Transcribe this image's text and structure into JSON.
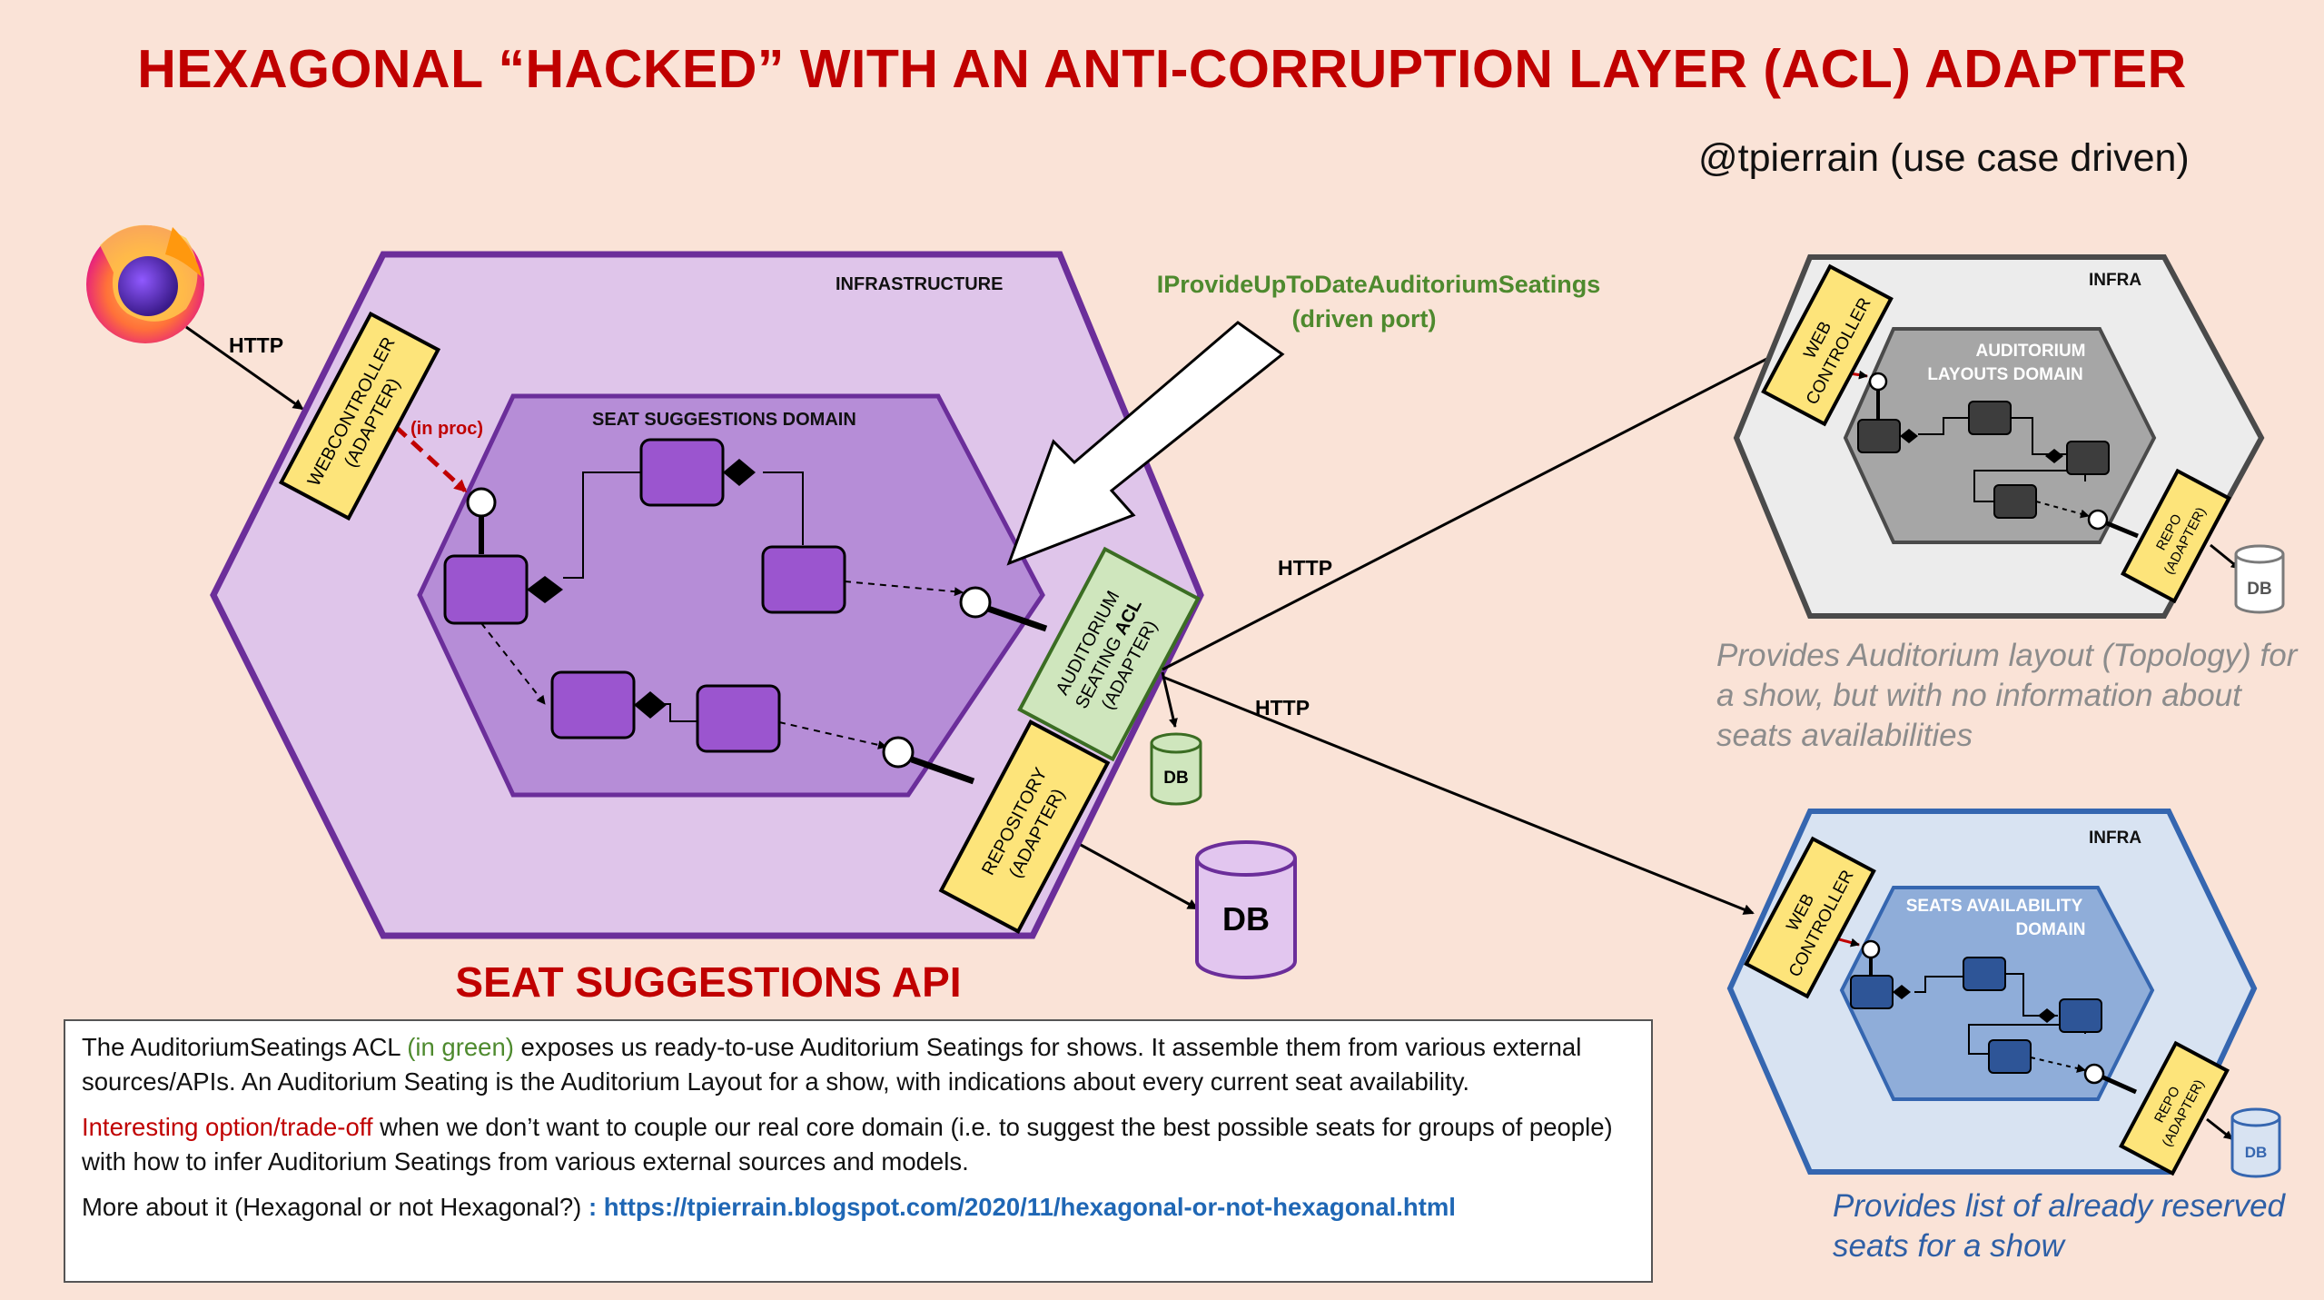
{
  "title": "HEXAGONAL “HACKED” WITH AN ANTI-CORRUPTION LAYER (ACL) ADAPTER",
  "author": "@tpierrain (use case driven)",
  "colors": {
    "background": "#fae3d7",
    "title": "#c00000",
    "infra_purple": "#dfc5ea",
    "domain_purple": "#b68dd7",
    "component_purple": "#9b55cf",
    "adapter_yellow": "#fde47a",
    "acl_green": "#cfe6bd",
    "grey_infra": "#ececec",
    "blue_infra": "#d8e3f2",
    "blue_domain": "#8fadd9",
    "blue_component": "#2e5597"
  },
  "main": {
    "infra_label": "INFRASTRUCTURE",
    "domain_label": "SEAT SUGGESTIONS DOMAIN",
    "webcontroller_line1": "WEBCONTROLLER",
    "webcontroller_line2": "(ADAPTER)",
    "in_proc_label": "(in proc)",
    "http_label": "HTTP",
    "acl_line1": "AUDITORIUM",
    "acl_line2_prefix": "SEATING ",
    "acl_line2_bold": "ACL",
    "acl_line3": "(ADAPTER)",
    "repository_line1": "REPOSITORY",
    "repository_line2": "(ADAPTER)",
    "acl_db_label": "DB",
    "repo_db_label": "DB",
    "api_title": "SEAT SUGGESTIONS API",
    "port_line1": "IProvideUpToDateAuditoriumSeatings",
    "port_line2": "(driven port)"
  },
  "connections": {
    "http_top": "HTTP",
    "http_bottom": "HTTP"
  },
  "layouts_service": {
    "infra_label": "INFRA",
    "domain_line1": "AUDITORIUM",
    "domain_line2": "LAYOUTS DOMAIN",
    "web_line1": "WEB",
    "web_line2": "CONTROLLER",
    "repo_line1": "REPO",
    "repo_line2": "(ADAPTER)",
    "db_label": "DB",
    "note": "Provides Auditorium layout (Topology) for a show, but with no information about seats availabilities"
  },
  "availability_service": {
    "infra_label": "INFRA",
    "domain_line1": "SEATS AVAILABILITY",
    "domain_line2": "DOMAIN",
    "web_line1": "WEB",
    "web_line2": "CONTROLLER",
    "repo_line1": "REPO",
    "repo_line2": "(ADAPTER)",
    "db_label": "DB",
    "note": "Provides list of already reserved seats for a show"
  },
  "textbox": {
    "p1_a": "The AuditoriumSeatings ACL ",
    "p1_green": "(in green)",
    "p1_b": " exposes us ready-to-use Auditorium Seatings for shows. It assemble them from various external sources/APIs. An Auditorium Seating is the Auditorium Layout for a show, with indications about every current seat availability.",
    "p2_red": "Interesting option/trade-off",
    "p2_b": " when we don’t want to couple our real core domain (i.e. to suggest the best possible seats for groups of people) with how to infer Auditorium Seatings from various external sources and models.",
    "p3_a": "More about it (Hexagonal or not Hexagonal?) ",
    "p3_link": ": https://tpierrain.blogspot.com/2020/11/hexagonal-or-not-hexagonal.html"
  }
}
